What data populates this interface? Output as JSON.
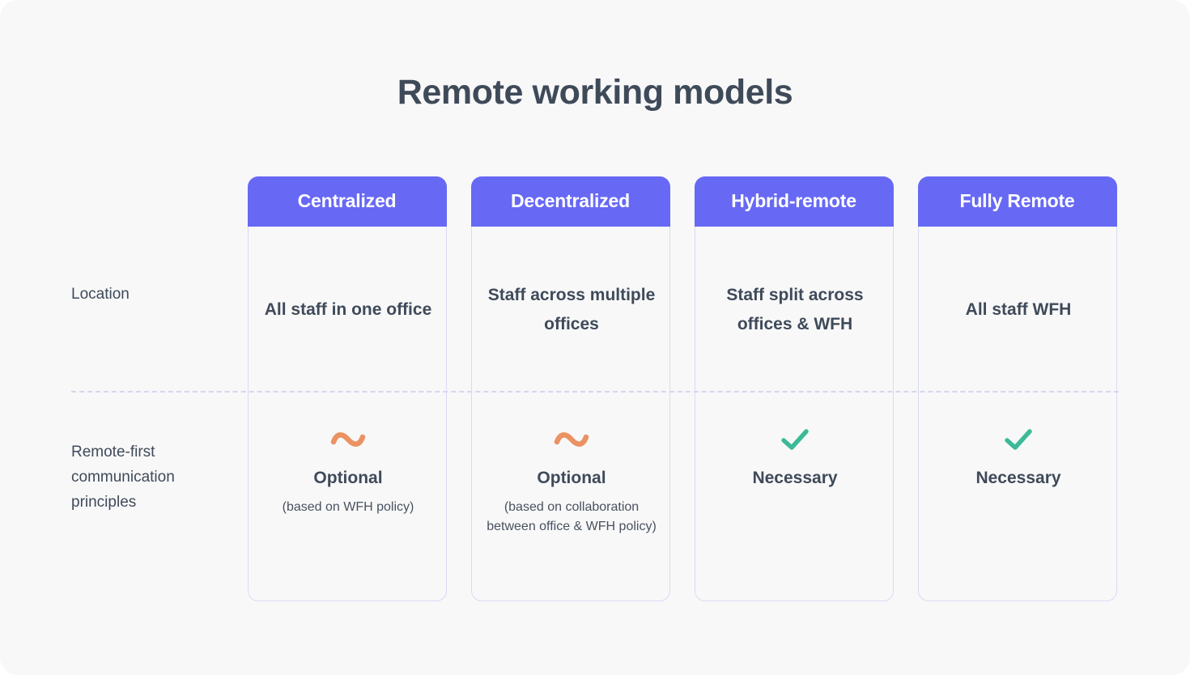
{
  "page": {
    "title": "Remote working models",
    "background_color": "#f8f8f9",
    "title_color": "#3f4a59"
  },
  "colors": {
    "header_purple": "#6769f4",
    "card_border": "#d9dbf2",
    "divider": "#d5d7f0",
    "check_green": "#3cba97",
    "tilde_orange": "#eb9263",
    "text_dark": "#3f4a59"
  },
  "rows": [
    {
      "label": "Location"
    },
    {
      "label": "Remote-first communication principles"
    }
  ],
  "columns": [
    {
      "header": "Centralized",
      "location": "All staff in one office",
      "comm": {
        "icon": "tilde-icon",
        "status": "Optional",
        "note": "(based on WFH policy)"
      }
    },
    {
      "header": "Decentralized",
      "location": "Staff across multiple offices",
      "comm": {
        "icon": "tilde-icon",
        "status": "Optional",
        "note": "(based on collaboration between office & WFH policy)"
      }
    },
    {
      "header": "Hybrid-remote",
      "location": "Staff split across offices & WFH",
      "comm": {
        "icon": "check-icon",
        "status": "Necessary",
        "note": ""
      }
    },
    {
      "header": "Fully Remote",
      "location": "All staff WFH",
      "comm": {
        "icon": "check-icon",
        "status": "Necessary",
        "note": ""
      }
    }
  ]
}
